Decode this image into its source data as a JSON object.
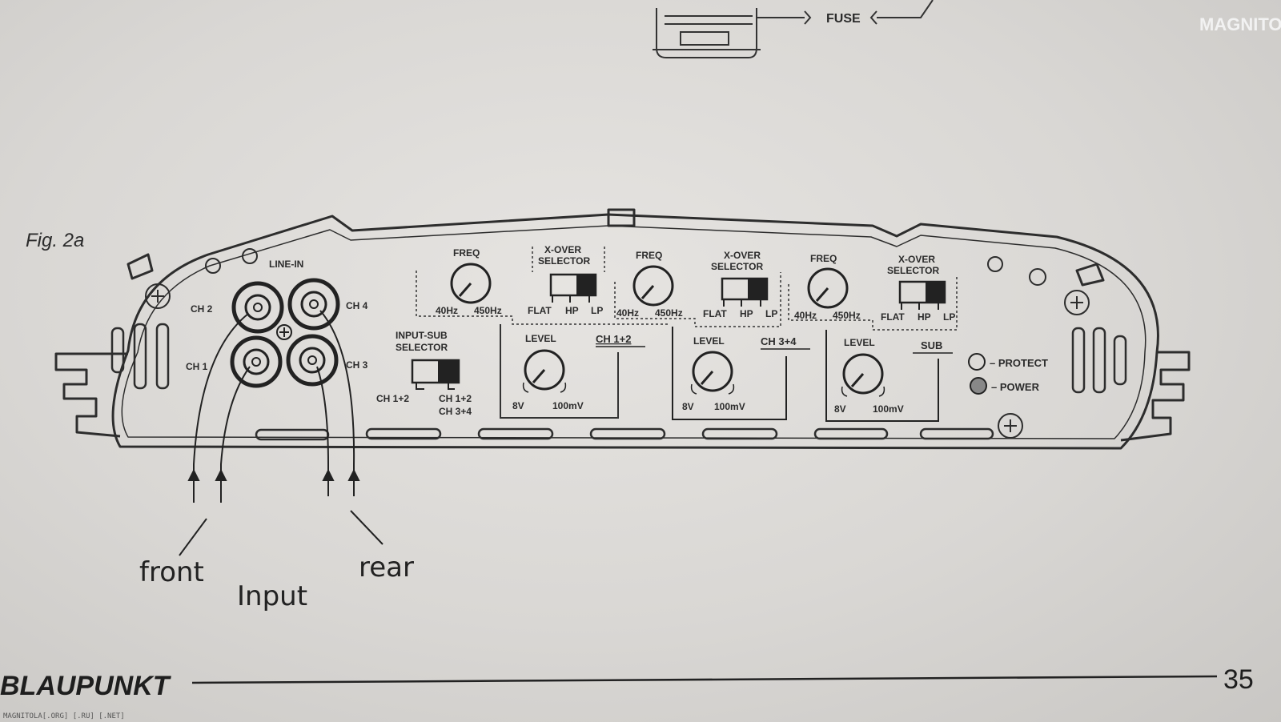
{
  "header": {
    "fuse_label": "FUSE",
    "watermark": "MAGNITOLA"
  },
  "figure": {
    "label": "Fig. 2a",
    "line_in": "LINE-IN",
    "channels": [
      "CH 2",
      "CH 1",
      "CH 4",
      "CH 3"
    ],
    "input_sub_selector": {
      "title_line1": "INPUT-SUB",
      "title_line2": "SELECTOR",
      "option_left": "CH 1+2",
      "option_right_line1": "CH 1+2",
      "option_right_line2": "CH 3+4"
    },
    "sections": [
      {
        "freq_label": "FREQ",
        "freq_min": "40Hz",
        "freq_max": "450Hz",
        "xover_line1": "X-OVER",
        "xover_line2": "SELECTOR",
        "modes": [
          "FLAT",
          "HP",
          "LP"
        ],
        "level_label": "LEVEL",
        "level_min": "8V",
        "level_max": "100mV",
        "channel_label": "CH 1+2"
      },
      {
        "freq_label": "FREQ",
        "freq_min": "40Hz",
        "freq_max": "450Hz",
        "xover_line1": "X-OVER",
        "xover_line2": "SELECTOR",
        "modes": [
          "FLAT",
          "HP",
          "LP"
        ],
        "level_label": "LEVEL",
        "level_min": "8V",
        "level_max": "100mV",
        "channel_label": "CH 3+4"
      },
      {
        "freq_label": "FREQ",
        "freq_min": "40Hz",
        "freq_max": "450Hz",
        "xover_line1": "X-OVER",
        "xover_line2": "SELECTOR",
        "modes": [
          "FLAT",
          "HP",
          "LP"
        ],
        "level_label": "LEVEL",
        "level_min": "8V",
        "level_max": "100mV",
        "channel_label": "SUB"
      }
    ],
    "indicators": [
      "– PROTECT",
      "– POWER"
    ],
    "annotations": {
      "front": "front",
      "input": "Input",
      "rear": "rear"
    }
  },
  "footer": {
    "brand": "BLAUPUNKT",
    "page_number": "35",
    "watermark": "MAGNITOLA[.ORG] [.RU] [.NET]"
  }
}
